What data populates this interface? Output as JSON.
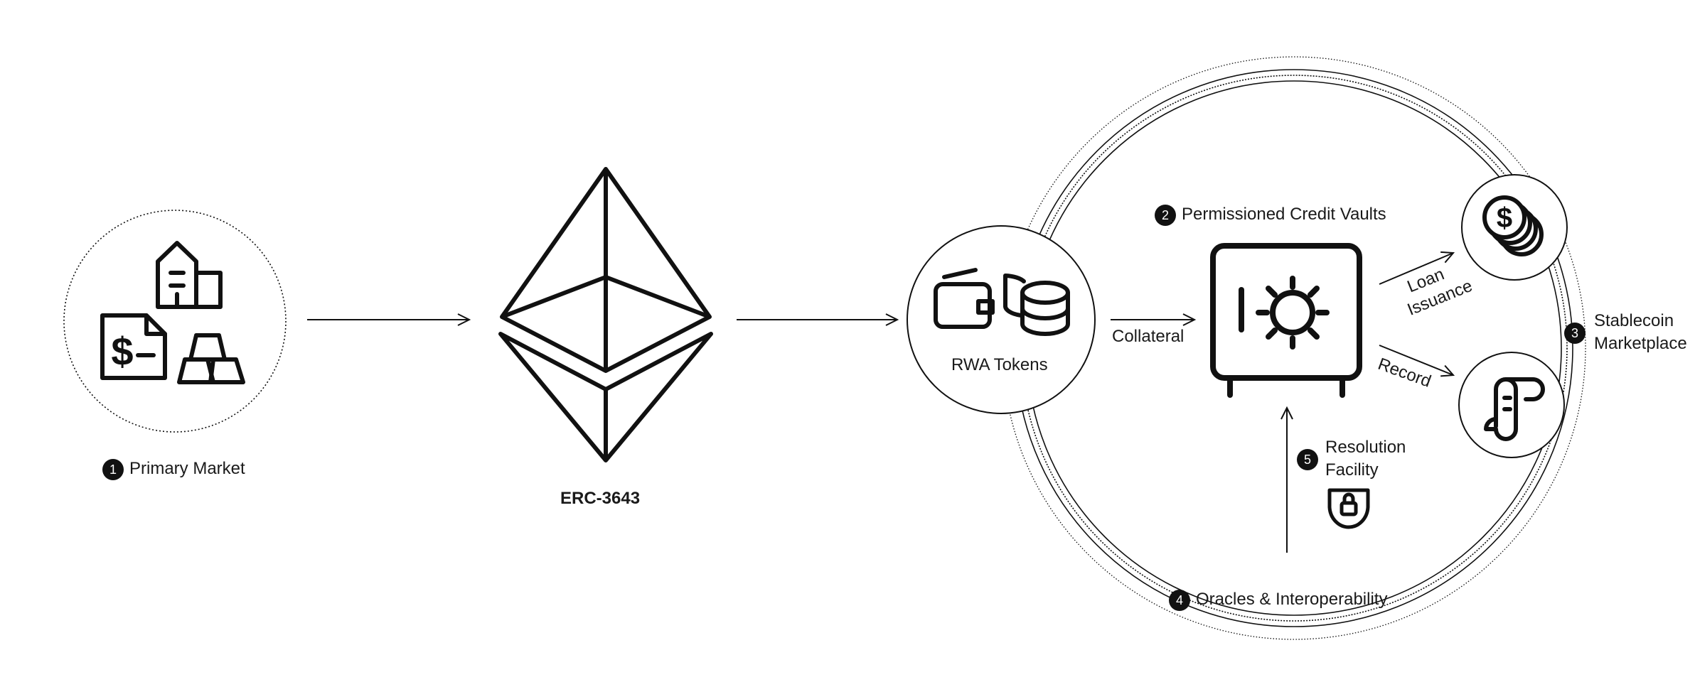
{
  "steps": {
    "primary_market": {
      "number": "1",
      "label": "Primary Market"
    },
    "credit_vaults": {
      "number": "2",
      "label": "Permissioned Credit Vaults"
    },
    "stablecoin": {
      "number": "3",
      "label_line1": "Stablecoin",
      "label_line2": "Marketplace"
    },
    "oracles": {
      "number": "4",
      "label": "Oracles & Interoperability"
    },
    "resolution": {
      "number": "5",
      "label_line1": "Resolution",
      "label_line2": "Facility"
    }
  },
  "standard": {
    "label": "ERC-3643"
  },
  "rwa": {
    "label": "RWA Tokens"
  },
  "edges": {
    "collateral": "Collateral",
    "loan_line1": "Loan",
    "loan_line2": "Issuance",
    "record": "Record"
  },
  "icons": {
    "primary_market": [
      "building-icon",
      "invoice-dollar-icon",
      "gold-bars-icon"
    ],
    "standard": "ethereum-logo-icon",
    "rwa": [
      "wallet-icon",
      "coins-stack-icon"
    ],
    "vault": "safe-vault-icon",
    "stablecoin": "dollar-coins-icon",
    "record": "receipt-scroll-icon",
    "resolution": "shield-lock-icon"
  },
  "colors": {
    "stroke": "#111111",
    "background": "#ffffff"
  }
}
